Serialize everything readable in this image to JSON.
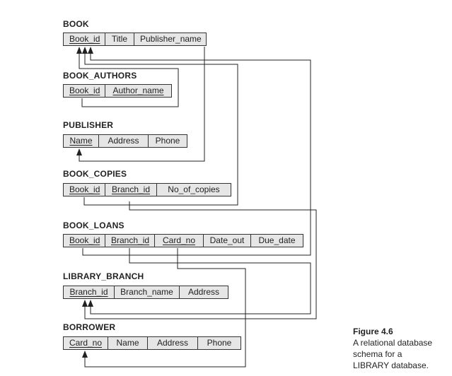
{
  "relations": [
    {
      "id": "book",
      "name": "BOOK",
      "attributes": [
        {
          "label": "Book_id",
          "key": true
        },
        {
          "label": "Title",
          "key": false
        },
        {
          "label": "Publisher_name",
          "key": false
        }
      ]
    },
    {
      "id": "book_authors",
      "name": "BOOK_AUTHORS",
      "attributes": [
        {
          "label": "Book_id",
          "key": true
        },
        {
          "label": "Author_name",
          "key": true
        }
      ]
    },
    {
      "id": "publisher",
      "name": "PUBLISHER",
      "attributes": [
        {
          "label": "Name",
          "key": true
        },
        {
          "label": "Address",
          "key": false
        },
        {
          "label": "Phone",
          "key": false
        }
      ]
    },
    {
      "id": "book_copies",
      "name": "BOOK_COPIES",
      "attributes": [
        {
          "label": "Book_id",
          "key": true
        },
        {
          "label": "Branch_id",
          "key": true
        },
        {
          "label": "No_of_copies",
          "key": false
        }
      ]
    },
    {
      "id": "book_loans",
      "name": "BOOK_LOANS",
      "attributes": [
        {
          "label": "Book_id",
          "key": true
        },
        {
          "label": "Branch_id",
          "key": true
        },
        {
          "label": "Card_no",
          "key": true
        },
        {
          "label": "Date_out",
          "key": false
        },
        {
          "label": "Due_date",
          "key": false
        }
      ]
    },
    {
      "id": "library_branch",
      "name": "LIBRARY_BRANCH",
      "attributes": [
        {
          "label": "Branch_id",
          "key": true
        },
        {
          "label": "Branch_name",
          "key": false
        },
        {
          "label": "Address",
          "key": false
        }
      ]
    },
    {
      "id": "borrower",
      "name": "BORROWER",
      "attributes": [
        {
          "label": "Card_no",
          "key": true
        },
        {
          "label": "Name",
          "key": false
        },
        {
          "label": "Address",
          "key": false
        },
        {
          "label": "Phone",
          "key": false
        }
      ]
    }
  ],
  "caption": {
    "title": "Figure 4.6",
    "lines": [
      "A relational database",
      "schema for a",
      "LIBRARY database."
    ]
  }
}
